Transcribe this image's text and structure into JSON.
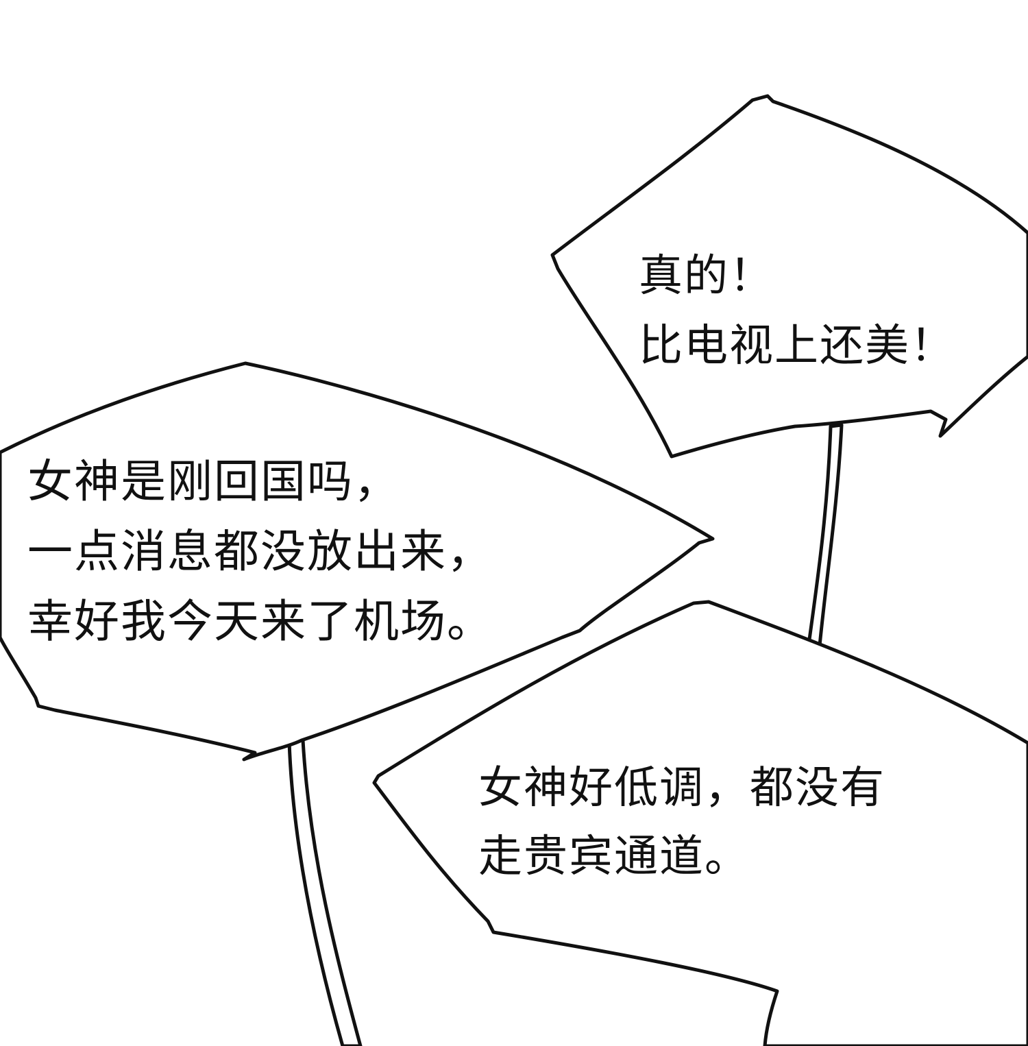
{
  "bubbles": [
    {
      "lines": [
        "真的！",
        "比电视上还美！"
      ]
    },
    {
      "lines": [
        "女神是刚回国吗，",
        "一点消息都没放出来，",
        "幸好我今天来了机场。"
      ]
    },
    {
      "lines": [
        "女神好低调，都没有",
        "走贵宾通道。"
      ]
    }
  ],
  "colors": {
    "background": "#ffffff",
    "ink": "#111111"
  }
}
